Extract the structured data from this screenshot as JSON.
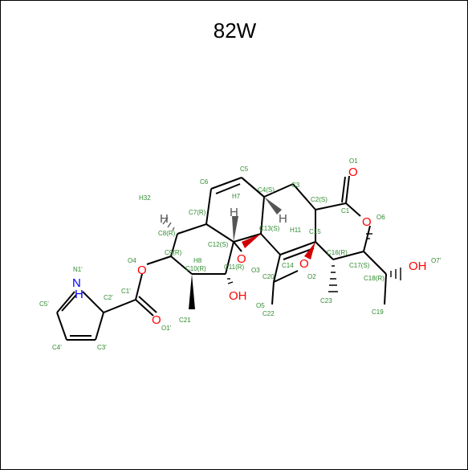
{
  "title": "82W",
  "colors": {
    "carbon_label": "#2e8b2e",
    "oxygen": "#ff0000",
    "nitrogen": "#0000ff",
    "bond": "#000000",
    "hydrogen": "#555555"
  },
  "labels": {
    "C1": "C1",
    "C2": "C2(S)",
    "C3": "C3",
    "C4": "C4(S)",
    "C5": "C5",
    "C6": "C6",
    "C7": "C7(R)",
    "C8": "C8(R)",
    "C9": "C9(R)",
    "C10": "C10(R)",
    "C11": "C11(R)",
    "C12": "C12(S)",
    "C13": "C13(S)",
    "C14": "C14",
    "C15": "C15",
    "C16": "C16(R)",
    "C17": "C17(S)",
    "C18": "C18(R)",
    "C19": "C19",
    "C20": "C20",
    "C21": "C21",
    "C22": "C22",
    "C23": "C23",
    "O1": "O1",
    "O2": "O2",
    "O3": "O3",
    "O4": "O4",
    "O5": "O5",
    "O6": "O6",
    "O7": "O7'",
    "H7": "H7",
    "H8": "H8",
    "H11": "H11",
    "H32": "H32",
    "N1p": "N1'",
    "C1p": "C1'",
    "C2p": "C2'",
    "C3p": "C3'",
    "C4p": "C4'",
    "C5p": "C5'",
    "O1p": "O1'"
  },
  "symbols": {
    "oh": "OH",
    "o": "O",
    "h": "H",
    "nh_n": "N",
    "nh_h": "H"
  }
}
